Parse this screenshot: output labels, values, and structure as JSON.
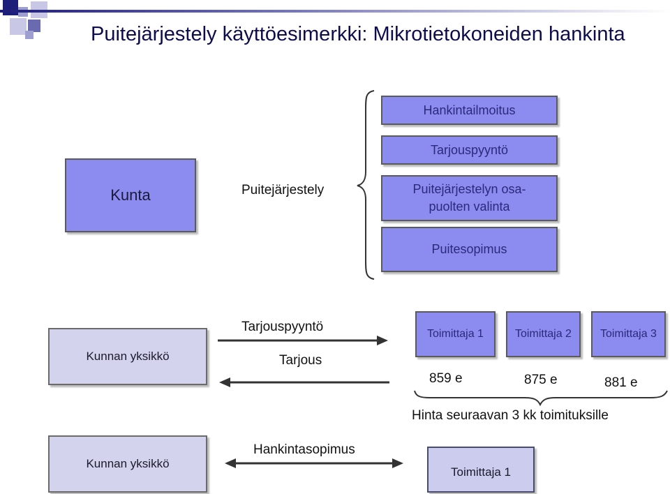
{
  "title": "Puitejärjestely käyttöesimerkki: Mikrotietokoneiden hankinta",
  "colors": {
    "primary_box": "#8c8cf0",
    "secondary_box": "#d3d3ee",
    "header_accent": "#1d1d7a"
  },
  "top": {
    "kunta": "Kunta",
    "puitejarjestely": "Puitejärjestely",
    "steps": [
      "Hankintailmoitus",
      "Tarjouspyyntö",
      "Puitejärjestelyn osa-puolten valinta",
      "Puitesopimus"
    ]
  },
  "middle": {
    "unit": "Kunnan yksikkö",
    "request": "Tarjouspyyntö",
    "offer": "Tarjous",
    "suppliers": [
      "Toimittaja 1",
      "Toimittaja 2",
      "Toimittaja 3"
    ],
    "prices": [
      "859 e",
      "875 e",
      "881 e"
    ],
    "price_note": "Hinta seuraavan 3 kk toimituksille"
  },
  "bottom": {
    "unit": "Kunnan yksikkö",
    "contract": "Hankintasopimus",
    "supplier": "Toimittaja 1"
  }
}
